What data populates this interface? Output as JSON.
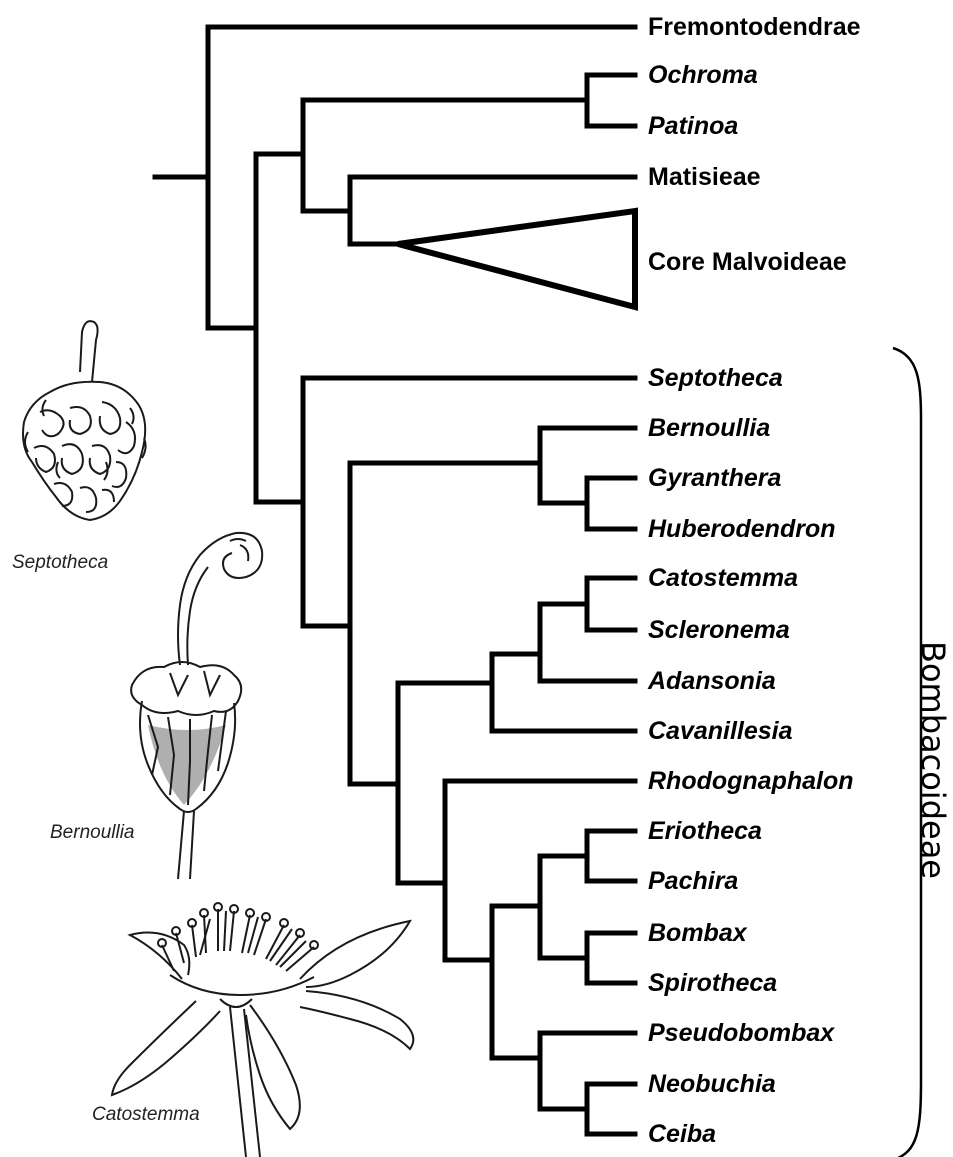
{
  "taxa": {
    "fremontodendrae": "Fremontodendrae",
    "ochroma": "Ochroma",
    "patinoa": "Patinoa",
    "matisieae": "Matisieae",
    "core_malvoideae": "Core Malvoideae",
    "septotheca": "Septotheca",
    "bernoullia": "Bernoullia",
    "gyranthera": "Gyranthera",
    "huberodendron": "Huberodendron",
    "catostemma": "Catostemma",
    "scleronema": "Scleronema",
    "adansonia": "Adansonia",
    "cavanillesia": "Cavanillesia",
    "rhodognaphalon": "Rhodognaphalon",
    "eriotheca": "Eriotheca",
    "pachira": "Pachira",
    "bombax": "Bombax",
    "spirotheca": "Spirotheca",
    "pseudobombax": "Pseudobombax",
    "neobuchia": "Neobuchia",
    "ceiba": "Ceiba"
  },
  "clade_label": "Bombacoideae",
  "illustrations": {
    "septotheca": "Septotheca",
    "bernoullia": "Bernoullia",
    "catostemma": "Catostemma"
  },
  "colors": {
    "line": "#000000",
    "drawing": "#1a1a1a"
  }
}
